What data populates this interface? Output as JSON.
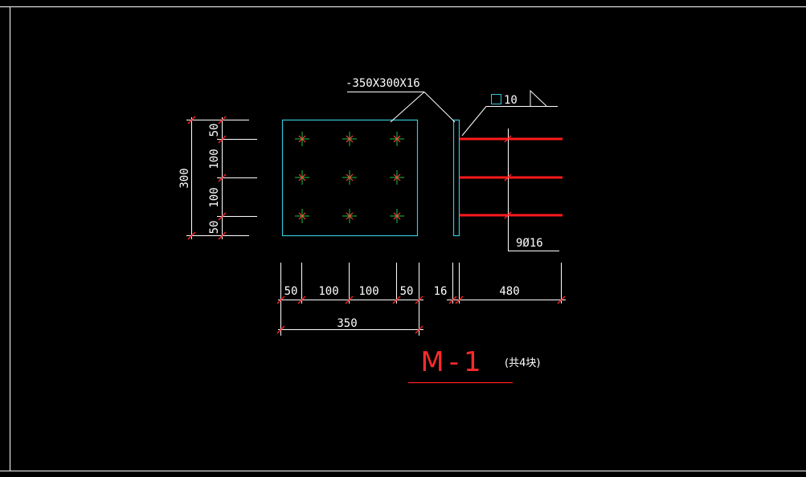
{
  "plate_label": "-350X300X16",
  "weld_symbol_label": "10",
  "rebar_label": "9Ø16",
  "vertical_dims": {
    "total": "300",
    "segments": [
      "50",
      "100",
      "100",
      "50"
    ]
  },
  "horizontal_dims": {
    "segments": [
      "50",
      "100",
      "100",
      "50"
    ],
    "total": "350",
    "thickness": "16",
    "rebar_length": "480"
  },
  "mark": {
    "title": "M-1",
    "note": "(共4块)"
  },
  "colors": {
    "background": "#000000",
    "frame": "#ffffff",
    "plate_outline": "#36c5d6",
    "anchor_cross": "#22c03a",
    "anchor_center": "#ff4040",
    "rebar": "#ff1a1a",
    "dimension": "#ffffff",
    "tick": "#ff2020",
    "title": "#ff2a2a"
  }
}
